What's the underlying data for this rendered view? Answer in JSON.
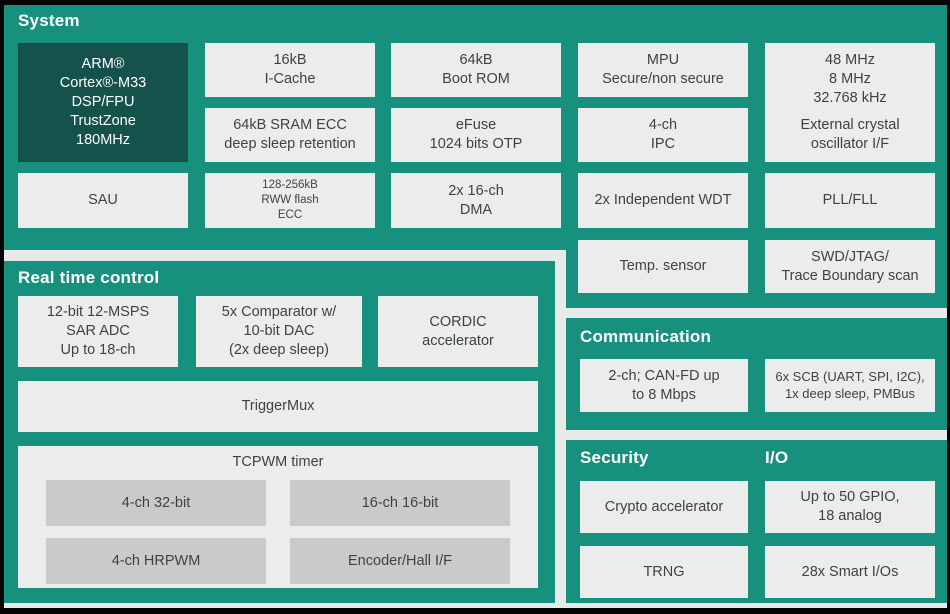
{
  "colors": {
    "teal_panel": "#17917e",
    "dark_core_block": "#14524b",
    "block_fill": "#ebecec",
    "subblock_fill": "#c9caca",
    "text": "#3f4245",
    "title_text": "#ffffff",
    "frame": "#050505"
  },
  "system": {
    "title": "System",
    "arm_core": "ARM®\nCortex®-M33\nDSP/FPU\nTrustZone\n180MHz",
    "sau": "SAU",
    "icache": "16kB\nI-Cache",
    "sram": "64kB SRAM ECC\ndeep sleep retention",
    "flash": "128-256kB\nRWW flash\nECC",
    "boot_rom": "64kB\nBoot ROM",
    "efuse": "eFuse\n1024 bits OTP",
    "dma": "2x 16-ch\nDMA",
    "mpu": "MPU\nSecure/non secure",
    "ipc": "4-ch\nIPC",
    "wdt": "2x Independent WDT",
    "temp_sensor": "Temp. sensor",
    "crystal_freqs": "48 MHz\n8 MHz\n32.768 kHz",
    "crystal_label": "External crystal\noscillator I/F",
    "pll": "PLL/FLL",
    "swd": "SWD/JTAG/\nTrace Boundary scan"
  },
  "real_time_control": {
    "title": "Real time control",
    "adc": "12-bit 12-MSPS\nSAR ADC\nUp to 18-ch",
    "comparator": "5x Comparator w/\n10-bit DAC\n(2x deep sleep)",
    "cordic": "CORDIC\naccelerator",
    "trigger_mux": "TriggerMux",
    "tcpwm": {
      "title": "TCPWM timer",
      "blocks": [
        "4-ch 32-bit",
        "16-ch 16-bit",
        "4-ch HRPWM",
        "Encoder/Hall I/F"
      ]
    }
  },
  "communication": {
    "title": "Communication",
    "canfd": "2-ch; CAN-FD up\nto 8 Mbps",
    "scb": "6x SCB (UART, SPI, I2C),\n1x deep sleep, PMBus"
  },
  "security": {
    "title": "Security",
    "crypto": "Crypto accelerator",
    "trng": "TRNG"
  },
  "io": {
    "title": "I/O",
    "gpio": "Up to 50 GPIO,\n18 analog",
    "smart_io": "28x Smart I/Os"
  }
}
